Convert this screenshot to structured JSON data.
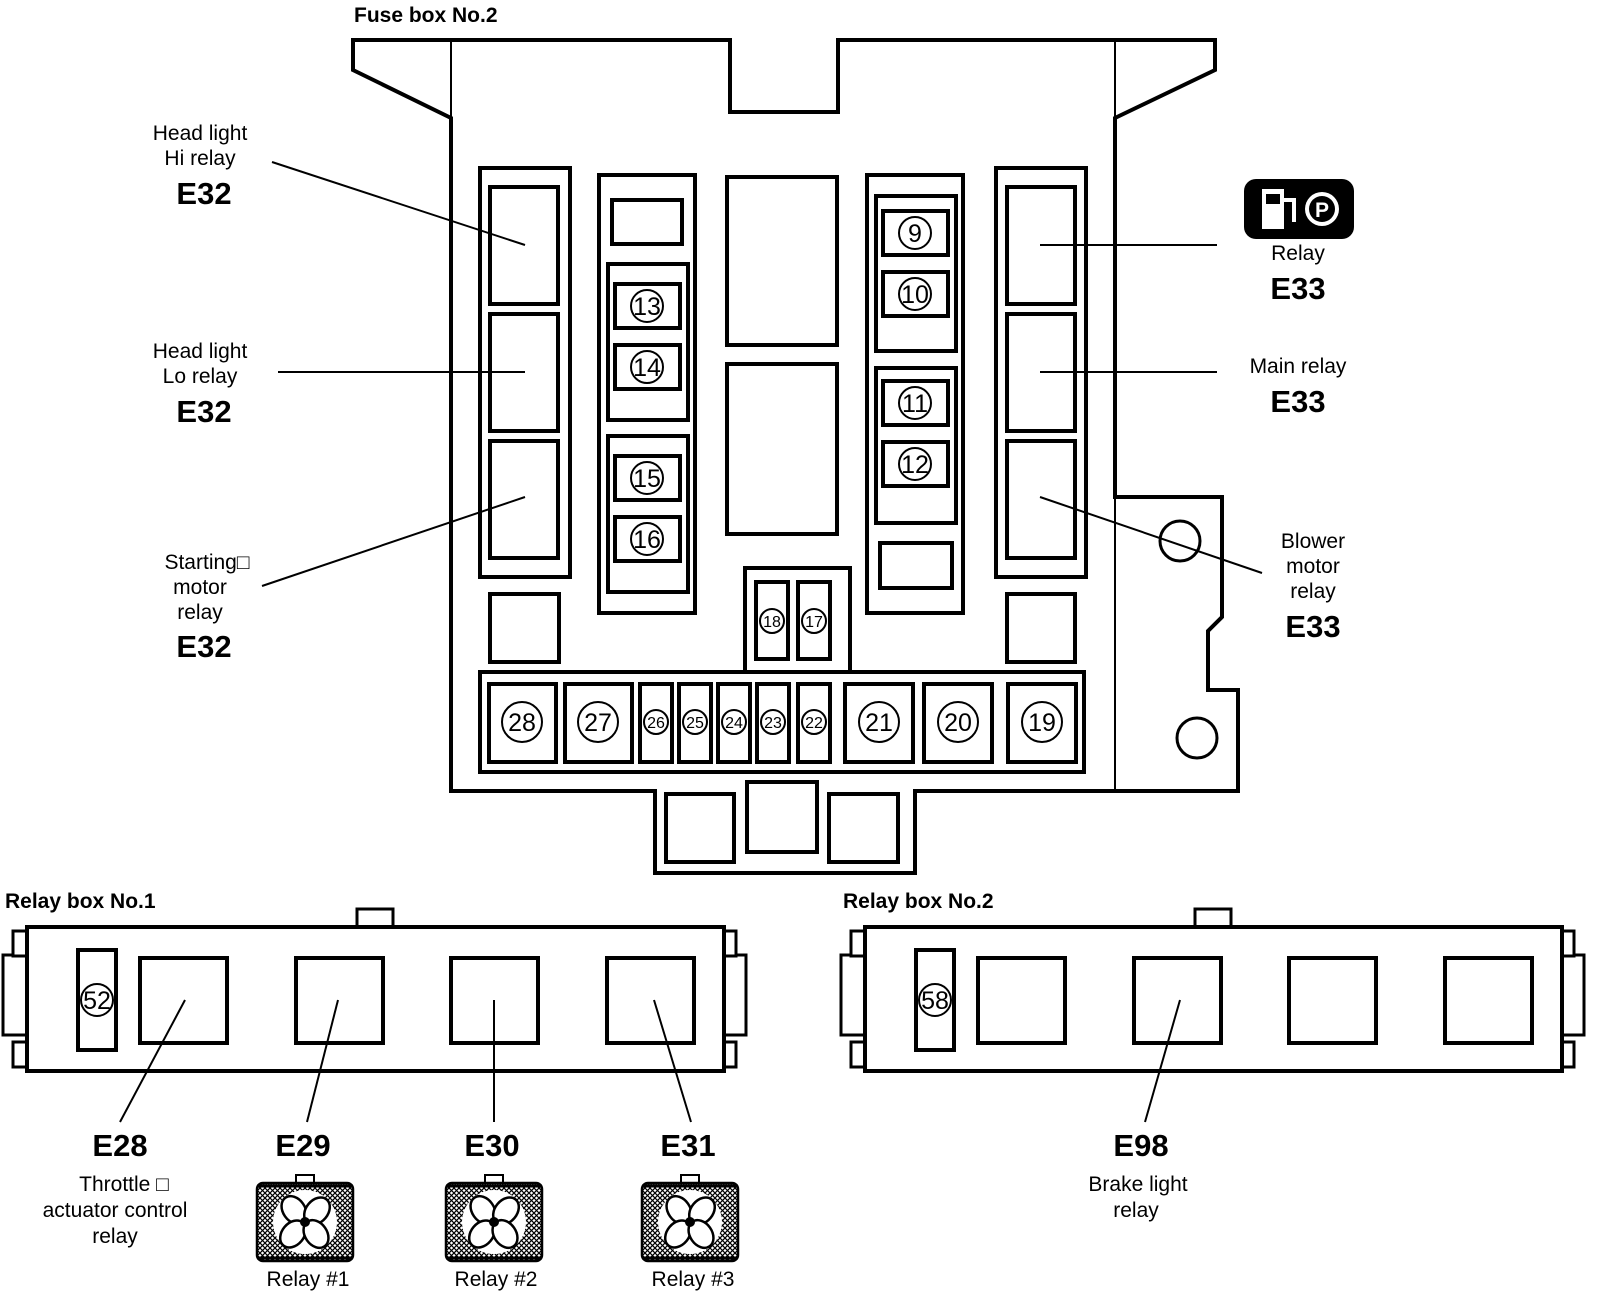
{
  "fuse_box": {
    "title": "Fuse box No.2",
    "left_relays": [
      {
        "name_lines": [
          "Head light",
          "Hi relay"
        ],
        "code": "E32"
      },
      {
        "name_lines": [
          "Head light",
          "Lo relay"
        ],
        "code": "E32"
      },
      {
        "name_lines": [
          "Starting□",
          "motor",
          "relay"
        ],
        "code": "E32"
      }
    ],
    "right_relays": [
      {
        "name_lines": [
          "Relay"
        ],
        "code": "E33",
        "icon": "fuel-pump-park-icon"
      },
      {
        "name_lines": [
          "Main relay"
        ],
        "code": "E33"
      },
      {
        "name_lines": [
          "Blower",
          "motor",
          "relay"
        ],
        "code": "E33"
      }
    ],
    "fuse_numbers": [
      "9",
      "10",
      "11",
      "12",
      "13",
      "14",
      "15",
      "16",
      "17",
      "18",
      "19",
      "20",
      "21",
      "22",
      "23",
      "24",
      "25",
      "26",
      "27",
      "28"
    ]
  },
  "relay_box_1": {
    "title": "Relay box No.1",
    "fuse_number": "52",
    "relays": [
      {
        "code": "E28",
        "name_lines": [
          "Throttle □",
          "actuator control",
          "relay"
        ]
      },
      {
        "code": "E29",
        "name_lines": [
          "Relay #1"
        ],
        "icon": "cooling-fan-icon"
      },
      {
        "code": "E30",
        "name_lines": [
          "Relay #2"
        ],
        "icon": "cooling-fan-icon"
      },
      {
        "code": "E31",
        "name_lines": [
          "Relay #3"
        ],
        "icon": "cooling-fan-icon"
      }
    ]
  },
  "relay_box_2": {
    "title": "Relay box No.2",
    "fuse_number": "58",
    "relays": [
      {
        "code": "E98",
        "name_lines": [
          "Brake light",
          "relay"
        ]
      }
    ]
  }
}
